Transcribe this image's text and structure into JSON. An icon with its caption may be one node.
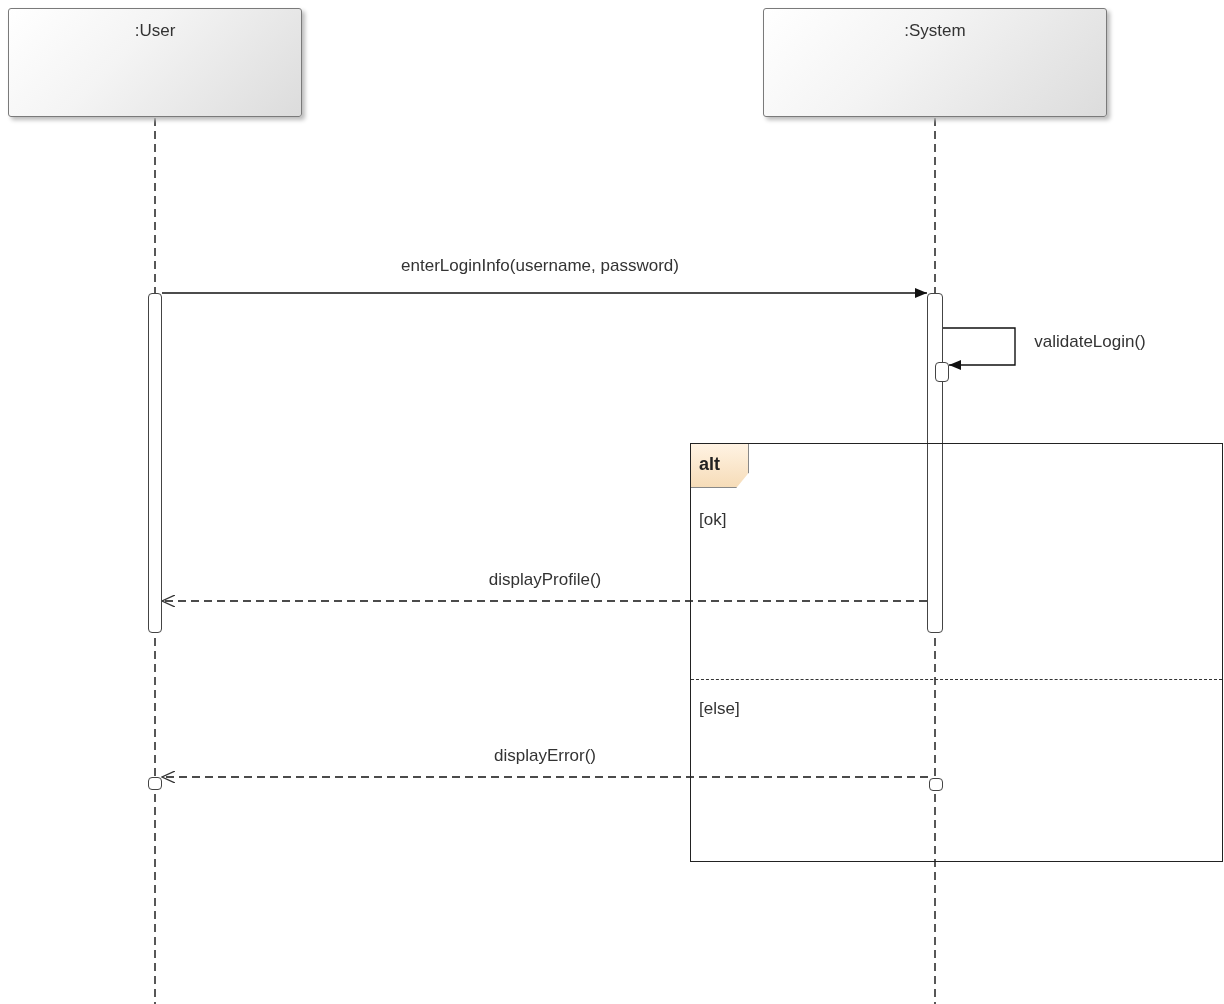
{
  "diagram": {
    "nodes": [
      {
        "text": [
          ":User"
        ]
      },
      {
        "text": [
          ":System"
        ]
      },
      {
        "text": [],
        "shape": "bar"
      },
      {
        "text": [],
        "shape": "bar"
      },
      {
        "text": [],
        "shape": "bar"
      },
      {
        "text": [
          "alt",
          "[ok]",
          "[else]"
        ]
      },
      {
        "text": [],
        "shape": "bar"
      },
      {
        "text": [],
        "shape": "bar",
        "in": 5
      }
    ],
    "edges": [
      {
        "from": 0,
        "to": null,
        "arrow": "none",
        "style": "dashed"
      },
      {
        "from": 1,
        "to": null,
        "arrow": "none",
        "style": "dashed"
      },
      {
        "from": 2,
        "to": 3,
        "arrow": "to",
        "label": "enterLoginInfo(username, password)"
      },
      {
        "from": 3,
        "to": 4,
        "arrow": "to",
        "label": "validateLogin()"
      },
      {
        "from": 3,
        "to": 2,
        "arrow": "to",
        "style": "dashed",
        "label": "displayProfile()"
      },
      {
        "from": 7,
        "to": 6,
        "arrow": "to",
        "style": "dashed",
        "label": "displayError()"
      }
    ]
  }
}
